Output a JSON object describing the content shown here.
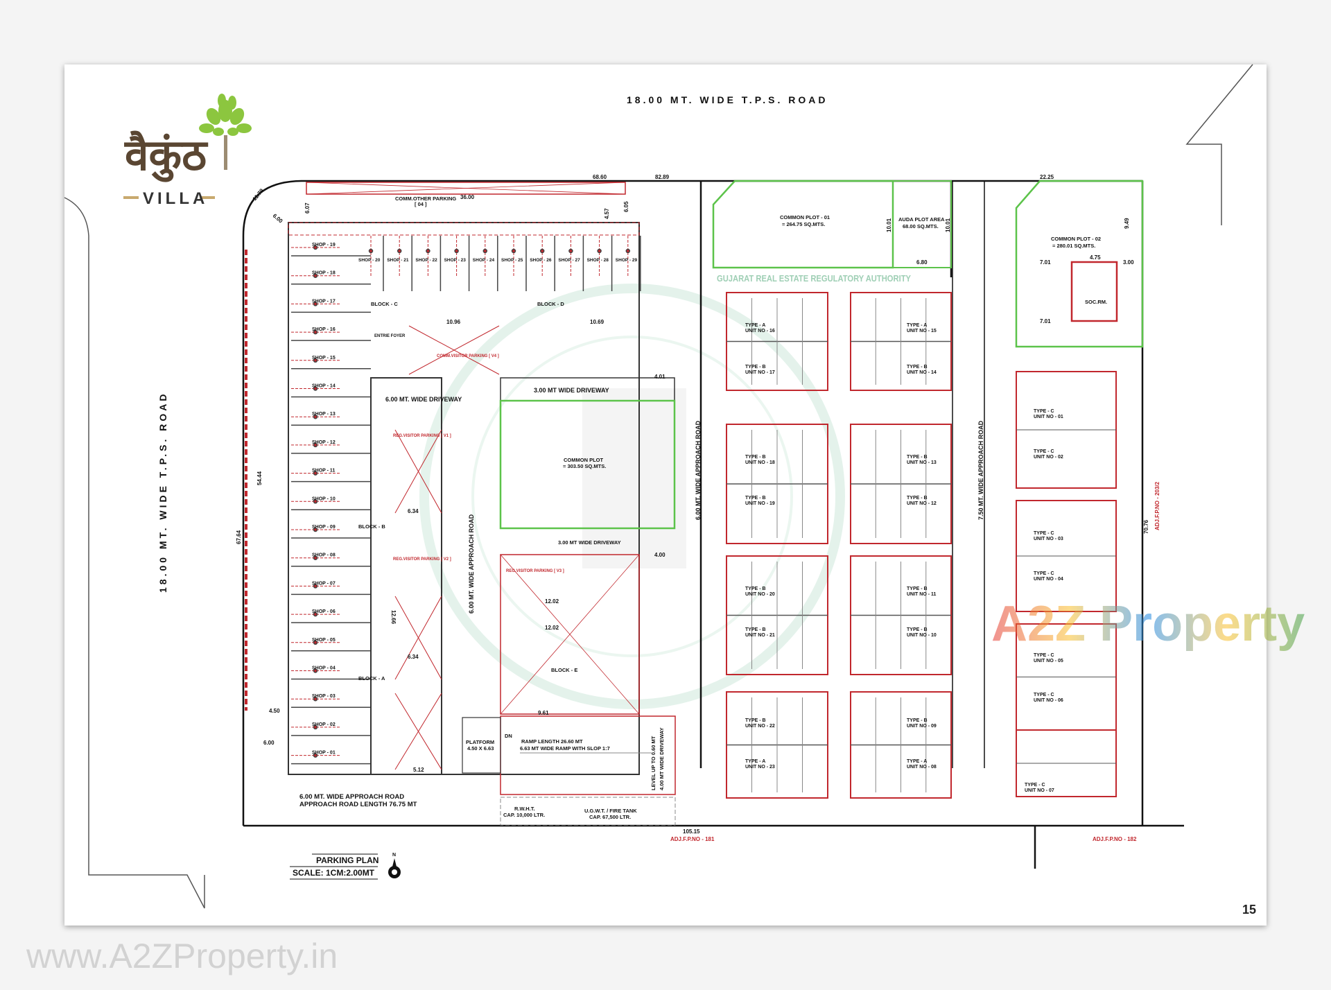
{
  "logo": {
    "devanagari": "वैकुंठ",
    "villa": "VILLA",
    "colors": {
      "brown": "#5a4632",
      "green": "#8cc63f",
      "tan": "#c8a96e"
    }
  },
  "roads": {
    "top": "18.00 MT. WIDE T.P.S. ROAD",
    "left": "18.00 MT. WIDE T.P.S. ROAD",
    "approach_mid": "6.00 MT. WIDE APPROACH ROAD",
    "approach_right1": "6.00 MT. WIDE APPROACH ROAD",
    "approach_right2": "7.50 MT. WIDE APPROACH ROAD",
    "bottom_approach": "6.00 MT. WIDE APPROACH ROAD",
    "bottom_approach_length": "APPROACH ROAD LENGTH 76.75 MT"
  },
  "dimensions": {
    "top1": "68.60",
    "top2": "82.89",
    "top3": "22.25",
    "bottom": "105.15",
    "left": "67.64",
    "left_inner": "54.44",
    "right": "70.76",
    "corner1": "11.79",
    "corner2": "6.00",
    "d607": "6.07",
    "d36": "36.00",
    "d457": "4.57",
    "d605": "6.05",
    "d1001a": "10.01",
    "d1001b": "10.01",
    "d680": "6.80",
    "d949": "9.49",
    "d475": "4.75",
    "d701a": "7.01",
    "d701b": "7.01",
    "d300": "3.00",
    "d450": "4.50",
    "d600": "6.00",
    "d401": "4.01",
    "d400": "4.00",
    "d1266": "12.66",
    "d1202a": "12.02",
    "d1202b": "12.02",
    "d634a": "6.34",
    "d634b": "6.34",
    "d512": "5.12",
    "d961": "9.61",
    "d1096": "10.96",
    "d1069": "10.69"
  },
  "areas": {
    "common_plot_01": "COMMON PLOT - 01",
    "common_plot_01_area": "= 264.75 SQ.MTS.",
    "auda_plot": "AUDA PLOT AREA",
    "auda_plot_area": "68.00 SQ.MTS.",
    "common_plot_02": "COMMON PLOT - 02",
    "common_plot_02_area": "= 280.01 SQ.MTS.",
    "common_plot": "COMMON PLOT",
    "common_plot_area": "= 303.50 SQ.MTS.",
    "soc_rm": "SOC.RM.",
    "driveway_top": "3.00 MT WIDE DRIVEWAY",
    "driveway_bottom": "3.00 MT WIDE DRIVEWAY",
    "driveway_left": "6.00 MT. WIDE DRIVEWAY",
    "comm_other_parking": "COMM.OTHER PARKING",
    "comm_other_parking_no": "[ 04 ]",
    "platform": "PLATFORM",
    "platform_size": "4.50 X 6.63",
    "dn": "DN",
    "ramp_length": "RAMP LENGTH 26.60 MT",
    "ramp_desc": "6.63 MT WIDE RAMP WITH SLOP 1:7",
    "rwht": "R.W.H.T.",
    "rwht_cap": "CAP. 10,000 LTR.",
    "fire_tank": "U.G.W.T. / FIRE TANK",
    "fire_tank_cap": "CAP. 67,500 LTR.",
    "level_up": "LEVEL UP TO 0.60 MT",
    "level_up_2": "4.00 MT WIDE DRIVEWAY",
    "reg_visitor_v1": "REG.VISITOR PARKING [ V1 ]",
    "reg_visitor_v2": "REG.VISITOR PARKING [ V2 ]",
    "reg_visitor_v3": "REG.VISITOR PARKING [ V3 ]",
    "comm_visitor_v4": "COMM.VISITOR PARKING [ V4 ]",
    "entrie_foyer": "ENTRIE FOYER"
  },
  "blocks": {
    "a": "BLOCK - A",
    "b": "BLOCK - B",
    "c": "BLOCK - C",
    "d": "BLOCK - D",
    "e": "BLOCK - E"
  },
  "shops_left": [
    "SHOP - 19",
    "SHOP - 18",
    "SHOP - 17",
    "SHOP - 16",
    "SHOP - 15",
    "SHOP - 14",
    "SHOP - 13",
    "SHOP - 12",
    "SHOP - 11",
    "SHOP - 10",
    "SHOP - 09",
    "SHOP - 08",
    "SHOP - 07",
    "SHOP - 06",
    "SHOP - 05",
    "SHOP - 04",
    "SHOP - 03",
    "SHOP - 02",
    "SHOP - 01"
  ],
  "shops_top": [
    "SHOP - 20",
    "SHOP - 21",
    "SHOP - 22",
    "SHOP - 23",
    "SHOP - 24",
    "SHOP - 25",
    "SHOP - 26",
    "SHOP - 27",
    "SHOP - 28",
    "SHOP - 29"
  ],
  "units_left": [
    {
      "type": "TYPE - A",
      "unit": "UNIT NO - 16"
    },
    {
      "type": "TYPE - B",
      "unit": "UNIT NO - 17"
    },
    {
      "type": "TYPE - B",
      "unit": "UNIT NO - 18"
    },
    {
      "type": "TYPE - B",
      "unit": "UNIT NO - 19"
    },
    {
      "type": "TYPE - B",
      "unit": "UNIT NO - 20"
    },
    {
      "type": "TYPE - B",
      "unit": "UNIT NO - 21"
    },
    {
      "type": "TYPE - B",
      "unit": "UNIT NO - 22"
    },
    {
      "type": "TYPE - A",
      "unit": "UNIT NO - 23"
    }
  ],
  "units_right": [
    {
      "type": "TYPE - A",
      "unit": "UNIT NO - 15"
    },
    {
      "type": "TYPE - B",
      "unit": "UNIT NO - 14"
    },
    {
      "type": "TYPE - B",
      "unit": "UNIT NO - 13"
    },
    {
      "type": "TYPE - B",
      "unit": "UNIT NO - 12"
    },
    {
      "type": "TYPE - B",
      "unit": "UNIT NO - 11"
    },
    {
      "type": "TYPE - B",
      "unit": "UNIT NO - 10"
    },
    {
      "type": "TYPE - B",
      "unit": "UNIT NO - 09"
    },
    {
      "type": "TYPE - A",
      "unit": "UNIT NO - 08"
    }
  ],
  "units_c": [
    {
      "type": "TYPE - C",
      "unit": "UNIT NO - 01"
    },
    {
      "type": "TYPE - C",
      "unit": "UNIT NO - 02"
    },
    {
      "type": "TYPE - C",
      "unit": "UNIT NO - 03"
    },
    {
      "type": "TYPE - C",
      "unit": "UNIT NO - 04"
    },
    {
      "type": "TYPE - C",
      "unit": "UNIT NO - 05"
    },
    {
      "type": "TYPE - C",
      "unit": "UNIT NO - 06"
    },
    {
      "type": "TYPE - C",
      "unit": "UNIT NO - 07"
    }
  ],
  "adjacent": {
    "fp181": "ADJ.F.P.NO - 181",
    "fp182": "ADJ.F.P.NO - 182",
    "fp203": "ADJ.F.P.NO - 203/2"
  },
  "legend": {
    "title": "PARKING PLAN",
    "scale": "SCALE: 1CM:2.00MT",
    "north": "N"
  },
  "watermarks": {
    "a2z": "A2Z Property",
    "rera": "GUJARAT REAL ESTATE REGULATORY AUTHORITY",
    "site": "www.A2ZProperty.in"
  },
  "page_number": "15",
  "colors": {
    "wall": "#111111",
    "parking": "#c1272d",
    "open_space": "#5cc34a",
    "watermark_green": "#cfe9dc"
  }
}
